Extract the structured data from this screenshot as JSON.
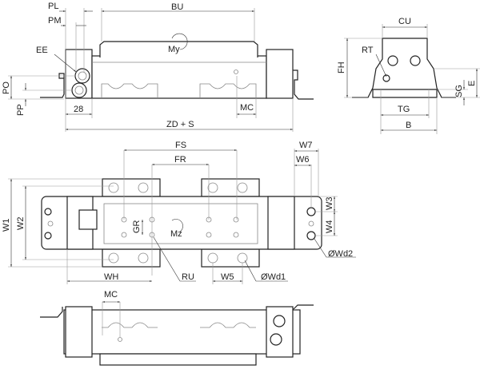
{
  "labels": {
    "BU": "BU",
    "PL": "PL",
    "PM": "PM",
    "EE": "EE",
    "PO": "PO",
    "PP": "PP",
    "dim28": "28",
    "MC": "MC",
    "ZDS": "ZD + S",
    "My": "My",
    "CU": "CU",
    "RT": "RT",
    "FH": "FH",
    "SG": "SG",
    "E": "E",
    "TG": "TG",
    "B": "B",
    "FS": "FS",
    "FR": "FR",
    "W7": "W7",
    "W6": "W6",
    "W1": "W1",
    "W2": "W2",
    "GR": "GR",
    "W3": "W3",
    "W4": "W4",
    "Wd2": "ØWd2",
    "WH": "WH",
    "RU": "RU",
    "W5": "W5",
    "Wd1": "ØWd1",
    "Mz": "Mz",
    "MC2": "MC"
  }
}
